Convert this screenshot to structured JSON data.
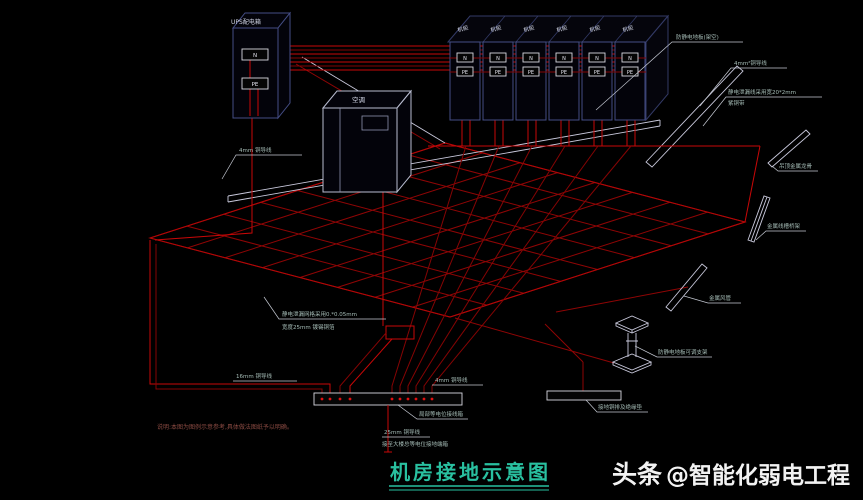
{
  "drawing": {
    "title": "机房接地示意图",
    "note": "说明:本图为图例示意参考,具体做法图纸予以明确。"
  },
  "watermark": {
    "brand": "头条",
    "handle": "@智能化弱电工程"
  },
  "equipment": {
    "ups_panel": "UPS配电箱",
    "air_conditioner": "空调",
    "cabinet": "机柜",
    "terminal_n": "N",
    "terminal_pe": "PE"
  },
  "labels": {
    "raised_floor": "防静电地板(架空)",
    "wire_4mm2": "4mm²铜导线",
    "leak_strip_spec": "静电泄漏线采用宽20*2mm",
    "leak_strip_material": "紫铜带",
    "ceiling_keel": "吊顶金属龙骨",
    "cable_tray": "金属线槽桥架",
    "air_duct": "金属风管",
    "floor_support": "防静电地板可调支架",
    "ground_pad": "接地铜排及绝缘垫",
    "wire_4mm": "4mm 铜导线",
    "leak_grid_spec": "静电泄漏网格采用0.*0.05mm",
    "leak_grid_foil": "宽度25mm 镀锡铜箔",
    "wire_16mm": "16mm 铜导线",
    "wire_4mm_bottom": "4mm 铜导线",
    "equipotential_box": "局部等电位接线箱",
    "wire_25mm": "25mm 铜导线",
    "to_main_earth": "接至大楼总等电位接地端箱"
  },
  "colors": {
    "background": "#000000",
    "wire_red": "#c90707",
    "grid_red": "#8f0505",
    "structure_light": "#c9c9dc",
    "cabinet_blue": "#454e86",
    "label_teal": "#a6bdb7",
    "title_teal": "#29c0a0"
  }
}
